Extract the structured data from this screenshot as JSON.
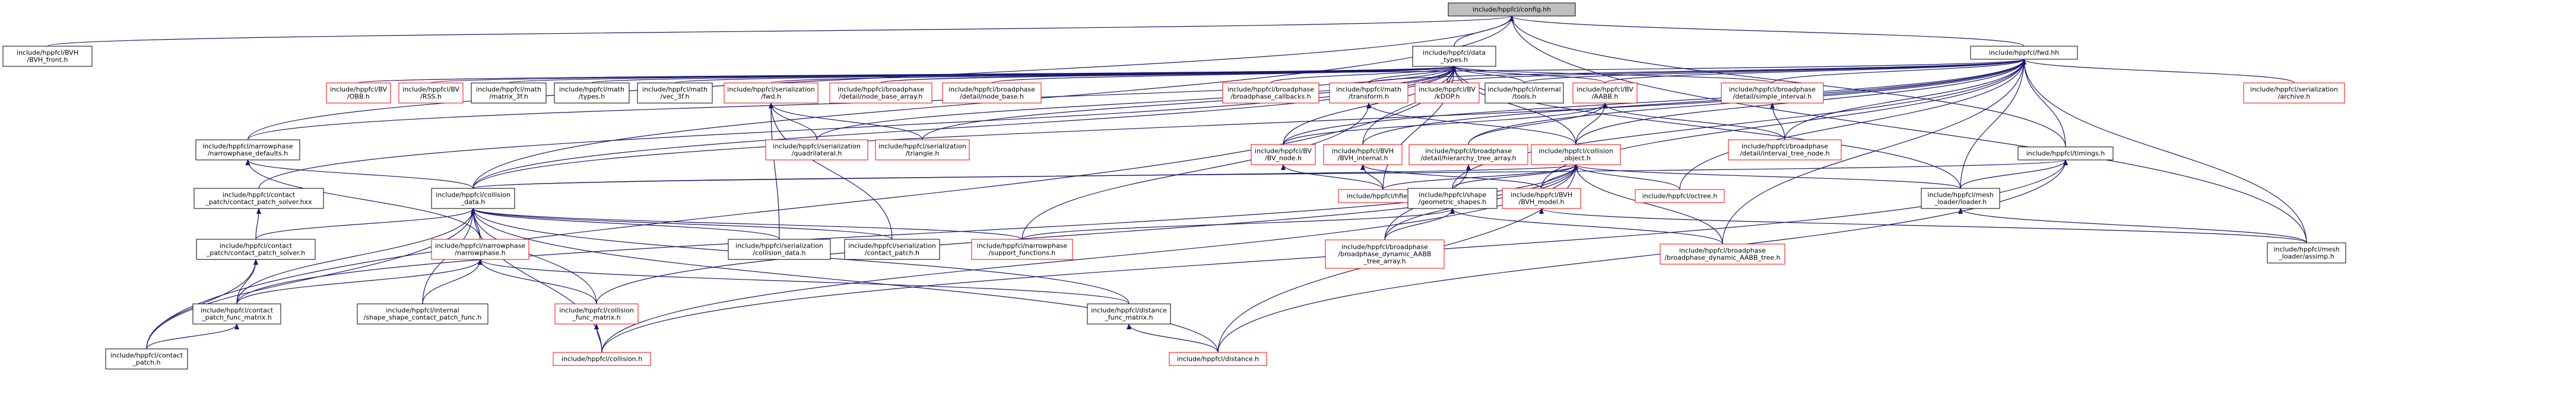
{
  "colors": {
    "root_fill": "#bfbfbf",
    "node_fill": "#ffffff",
    "node_border_black": "#000000",
    "node_border_red": "#ff0000",
    "edge": "#191970"
  },
  "nodes": [
    {
      "id": "config",
      "lines": [
        "include/hppfcl/config.hh"
      ],
      "border": "black",
      "root": true
    },
    {
      "id": "bvh_front",
      "lines": [
        "include/hppfcl/BVH",
        "/BVH_front.h"
      ],
      "border": "black"
    },
    {
      "id": "data_types",
      "lines": [
        "include/hppfcl/data",
        "_types.h"
      ],
      "border": "black"
    },
    {
      "id": "fwd",
      "lines": [
        "include/hppfcl/fwd.hh"
      ],
      "border": "black"
    },
    {
      "id": "narrowphase_defaults",
      "lines": [
        "include/hppfcl/narrowphase",
        "/narrowphase_defaults.h"
      ],
      "border": "black"
    },
    {
      "id": "obb",
      "lines": [
        "include/hppfcl/BV",
        "/OBB.h"
      ],
      "border": "red"
    },
    {
      "id": "rss",
      "lines": [
        "include/hppfcl/BV",
        "/RSS.h"
      ],
      "border": "red"
    },
    {
      "id": "matrix_3f",
      "lines": [
        "include/hppfcl/math",
        "/matrix_3f.h"
      ],
      "border": "black"
    },
    {
      "id": "types",
      "lines": [
        "include/hppfcl/math",
        "/types.h"
      ],
      "border": "black"
    },
    {
      "id": "vec_3f",
      "lines": [
        "include/hppfcl/math",
        "/vec_3f.h"
      ],
      "border": "black"
    },
    {
      "id": "ser_fwd",
      "lines": [
        "include/hppfcl/serialization",
        "/fwd.h"
      ],
      "border": "red"
    },
    {
      "id": "node_base_array",
      "lines": [
        "include/hppfcl/broadphase",
        "/detail/node_base_array.h"
      ],
      "border": "red"
    },
    {
      "id": "node_base",
      "lines": [
        "include/hppfcl/broadphase",
        "/detail/node_base.h"
      ],
      "border": "red"
    },
    {
      "id": "bp_callbacks",
      "lines": [
        "include/hppfcl/broadphase",
        "/broadphase_callbacks.h"
      ],
      "border": "red"
    },
    {
      "id": "transform",
      "lines": [
        "include/hppfcl/math",
        "/transform.h"
      ],
      "border": "red"
    },
    {
      "id": "kdop",
      "lines": [
        "include/hppfcl/BV",
        "/kDOP.h"
      ],
      "border": "red"
    },
    {
      "id": "tools",
      "lines": [
        "include/hppfcl/internal",
        "/tools.h"
      ],
      "border": "black"
    },
    {
      "id": "aabb",
      "lines": [
        "include/hppfcl/BV",
        "/AABB.h"
      ],
      "border": "red"
    },
    {
      "id": "simple_interval",
      "lines": [
        "include/hppfcl/broadphase",
        "/detail/simple_interval.h"
      ],
      "border": "red"
    },
    {
      "id": "archive",
      "lines": [
        "include/hppfcl/serialization",
        "/archive.h"
      ],
      "border": "red"
    },
    {
      "id": "quadrilateral",
      "lines": [
        "include/hppfcl/serialization",
        "/quadrilateral.h"
      ],
      "border": "red"
    },
    {
      "id": "triangle",
      "lines": [
        "include/hppfcl/serialization",
        "/triangle.h"
      ],
      "border": "red"
    },
    {
      "id": "bv_node",
      "lines": [
        "include/hppfcl/BV",
        "/BV_node.h"
      ],
      "border": "red"
    },
    {
      "id": "bvh_internal",
      "lines": [
        "include/hppfcl/BVH",
        "/BVH_internal.h"
      ],
      "border": "red"
    },
    {
      "id": "hierarchy_tree_array",
      "lines": [
        "include/hppfcl/broadphase",
        "/detail/hierarchy_tree_array.h"
      ],
      "border": "red"
    },
    {
      "id": "collision_object",
      "lines": [
        "include/hppfcl/collision",
        "_object.h"
      ],
      "border": "red"
    },
    {
      "id": "interval_tree_node",
      "lines": [
        "include/hppfcl/broadphase",
        "/detail/interval_tree_node.h"
      ],
      "border": "red"
    },
    {
      "id": "timings",
      "lines": [
        "include/hppfcl/timings.h"
      ],
      "border": "black"
    },
    {
      "id": "contact_patch_solver_hxx",
      "lines": [
        "include/hppfcl/contact",
        "_patch/contact_patch_solver.hxx"
      ],
      "border": "black"
    },
    {
      "id": "collision_data",
      "lines": [
        "include/hppfcl/collision",
        "_data.h"
      ],
      "border": "black"
    },
    {
      "id": "hfield",
      "lines": [
        "include/hppfcl/hfield.h"
      ],
      "border": "red"
    },
    {
      "id": "geometric_shapes",
      "lines": [
        "include/hppfcl/shape",
        "/geometric_shapes.h"
      ],
      "border": "black"
    },
    {
      "id": "bvh_model",
      "lines": [
        "include/hppfcl/BVH",
        "/BVH_model.h"
      ],
      "border": "red"
    },
    {
      "id": "octree",
      "lines": [
        "include/hppfcl/octree.h"
      ],
      "border": "red"
    },
    {
      "id": "mesh_loader",
      "lines": [
        "include/hppfcl/mesh",
        "_loader/loader.h"
      ],
      "border": "black"
    },
    {
      "id": "contact_patch_solver",
      "lines": [
        "include/hppfcl/contact",
        "_patch/contact_patch_solver.h"
      ],
      "border": "black"
    },
    {
      "id": "narrowphase",
      "lines": [
        "include/hppfcl/narrowphase",
        "/narrowphase.h"
      ],
      "border": "red"
    },
    {
      "id": "ser_collision_data",
      "lines": [
        "include/hppfcl/serialization",
        "/collision_data.h"
      ],
      "border": "black"
    },
    {
      "id": "ser_contact_patch",
      "lines": [
        "include/hppfcl/serialization",
        "/contact_patch.h"
      ],
      "border": "black"
    },
    {
      "id": "support_functions",
      "lines": [
        "include/hppfcl/narrowphase",
        "/support_functions.h"
      ],
      "border": "red"
    },
    {
      "id": "bp_dynamic_aabb_tree_array",
      "lines": [
        "include/hppfcl/broadphase",
        "/broadphase_dynamic_AABB",
        "_tree_array.h"
      ],
      "border": "red"
    },
    {
      "id": "bp_dynamic_aabb_tree",
      "lines": [
        "include/hppfcl/broadphase",
        "/broadphase_dynamic_AABB_tree.h"
      ],
      "border": "red"
    },
    {
      "id": "assimp",
      "lines": [
        "include/hppfcl/mesh",
        "_loader/assimp.h"
      ],
      "border": "black"
    },
    {
      "id": "patch_func_matrix",
      "lines": [
        "include/hppfcl/contact",
        "_patch_func_matrix.h"
      ],
      "border": "black"
    },
    {
      "id": "shape_shape_contact_patch_func",
      "lines": [
        "include/hppfcl/internal",
        "/shape_shape_contact_patch_func.h"
      ],
      "border": "black"
    },
    {
      "id": "collision_func_matrix",
      "lines": [
        "include/hppfcl/collision",
        "_func_matrix.h"
      ],
      "border": "red"
    },
    {
      "id": "distance_func_matrix",
      "lines": [
        "include/hppfcl/distance",
        "_func_matrix.h"
      ],
      "border": "black"
    },
    {
      "id": "contact_patch",
      "lines": [
        "include/hppfcl/contact",
        "_patch.h"
      ],
      "border": "black"
    },
    {
      "id": "collision",
      "lines": [
        "include/hppfcl/collision.h"
      ],
      "border": "red"
    },
    {
      "id": "distance",
      "lines": [
        "include/hppfcl/distance.h"
      ],
      "border": "red"
    }
  ],
  "edges": [
    [
      "config",
      "bvh_front"
    ],
    [
      "config",
      "data_types"
    ],
    [
      "config",
      "fwd"
    ],
    [
      "config",
      "narrowphase_defaults"
    ],
    [
      "config",
      "timings"
    ],
    [
      "config",
      "assimp"
    ],
    [
      "config",
      "collision_data"
    ],
    [
      "data_types",
      "obb"
    ],
    [
      "data_types",
      "rss"
    ],
    [
      "data_types",
      "matrix_3f"
    ],
    [
      "data_types",
      "types"
    ],
    [
      "data_types",
      "vec_3f"
    ],
    [
      "data_types",
      "ser_fwd"
    ],
    [
      "data_types",
      "node_base_array"
    ],
    [
      "data_types",
      "node_base"
    ],
    [
      "data_types",
      "bp_callbacks"
    ],
    [
      "data_types",
      "transform"
    ],
    [
      "data_types",
      "kdop"
    ],
    [
      "data_types",
      "tools"
    ],
    [
      "data_types",
      "aabb"
    ],
    [
      "data_types",
      "simple_interval"
    ],
    [
      "data_types",
      "triangle"
    ],
    [
      "data_types",
      "quadrilateral"
    ],
    [
      "data_types",
      "bv_node"
    ],
    [
      "data_types",
      "bvh_internal"
    ],
    [
      "data_types",
      "collision_data"
    ],
    [
      "data_types",
      "narrowphase_defaults"
    ],
    [
      "data_types",
      "contact_patch_solver_hxx"
    ],
    [
      "data_types",
      "hfield"
    ],
    [
      "data_types",
      "collision_object"
    ],
    [
      "data_types",
      "contact_patch"
    ],
    [
      "data_types",
      "mesh_loader"
    ],
    [
      "fwd",
      "transform"
    ],
    [
      "fwd",
      "kdop"
    ],
    [
      "fwd",
      "tools"
    ],
    [
      "fwd",
      "aabb"
    ],
    [
      "fwd",
      "simple_interval"
    ],
    [
      "fwd",
      "archive"
    ],
    [
      "fwd",
      "collision_object"
    ],
    [
      "fwd",
      "interval_tree_node"
    ],
    [
      "fwd",
      "timings"
    ],
    [
      "fwd",
      "hierarchy_tree_array"
    ],
    [
      "fwd",
      "bvh_model"
    ],
    [
      "fwd",
      "octree"
    ],
    [
      "fwd",
      "mesh_loader"
    ],
    [
      "fwd",
      "geometric_shapes"
    ],
    [
      "fwd",
      "collision_data"
    ],
    [
      "fwd",
      "bp_dynamic_aabb_tree"
    ],
    [
      "fwd",
      "assimp"
    ],
    [
      "fwd",
      "bv_node"
    ],
    [
      "fwd",
      "node_base_array"
    ],
    [
      "fwd",
      "bvh_internal"
    ],
    [
      "ser_fwd",
      "quadrilateral"
    ],
    [
      "ser_fwd",
      "triangle"
    ],
    [
      "ser_fwd",
      "ser_collision_data"
    ],
    [
      "ser_fwd",
      "ser_contact_patch"
    ],
    [
      "transform",
      "collision_object"
    ],
    [
      "transform",
      "support_functions"
    ],
    [
      "aabb",
      "bv_node"
    ],
    [
      "aabb",
      "hierarchy_tree_array"
    ],
    [
      "aabb",
      "collision_object"
    ],
    [
      "aabb",
      "interval_tree_node"
    ],
    [
      "simple_interval",
      "interval_tree_node"
    ],
    [
      "bv_node",
      "hfield"
    ],
    [
      "bvh_internal",
      "bvh_model"
    ],
    [
      "bvh_internal",
      "hfield"
    ],
    [
      "hierarchy_tree_array",
      "bp_dynamic_aabb_tree_array"
    ],
    [
      "collision_object",
      "collision_data"
    ],
    [
      "collision_object",
      "geometric_shapes"
    ],
    [
      "collision_object",
      "bvh_model"
    ],
    [
      "collision_object",
      "octree"
    ],
    [
      "collision_object",
      "hfield"
    ],
    [
      "collision_object",
      "mesh_loader"
    ],
    [
      "collision_object",
      "collision_func_matrix"
    ],
    [
      "collision_object",
      "patch_func_matrix"
    ],
    [
      "collision_object",
      "collision"
    ],
    [
      "collision_object",
      "distance"
    ],
    [
      "collision_object",
      "bp_dynamic_aabb_tree"
    ],
    [
      "collision_object",
      "bp_dynamic_aabb_tree_array"
    ],
    [
      "timings",
      "collision_data"
    ],
    [
      "timings",
      "mesh_loader"
    ],
    [
      "timings",
      "collision"
    ],
    [
      "timings",
      "distance"
    ],
    [
      "narrowphase_defaults",
      "collision_data"
    ],
    [
      "narrowphase_defaults",
      "narrowphase"
    ],
    [
      "contact_patch_solver_hxx",
      "contact_patch_solver"
    ],
    [
      "collision_data",
      "contact_patch_solver"
    ],
    [
      "collision_data",
      "narrowphase"
    ],
    [
      "collision_data",
      "ser_collision_data"
    ],
    [
      "collision_data",
      "ser_contact_patch"
    ],
    [
      "collision_data",
      "support_functions"
    ],
    [
      "collision_data",
      "patch_func_matrix"
    ],
    [
      "collision_data",
      "shape_shape_contact_patch_func"
    ],
    [
      "collision_data",
      "collision_func_matrix"
    ],
    [
      "collision_data",
      "distance_func_matrix"
    ],
    [
      "collision_data",
      "contact_patch"
    ],
    [
      "collision_data",
      "collision"
    ],
    [
      "collision_data",
      "distance"
    ],
    [
      "geometric_shapes",
      "support_functions"
    ],
    [
      "geometric_shapes",
      "bp_dynamic_aabb_tree_array"
    ],
    [
      "geometric_shapes",
      "bp_dynamic_aabb_tree"
    ],
    [
      "bvh_model",
      "assimp"
    ],
    [
      "mesh_loader",
      "assimp"
    ],
    [
      "contact_patch_solver",
      "patch_func_matrix"
    ],
    [
      "contact_patch_solver",
      "contact_patch"
    ],
    [
      "narrowphase",
      "patch_func_matrix"
    ],
    [
      "narrowphase",
      "shape_shape_contact_patch_func"
    ],
    [
      "narrowphase",
      "collision_func_matrix"
    ],
    [
      "narrowphase",
      "distance_func_matrix"
    ],
    [
      "patch_func_matrix",
      "contact_patch"
    ],
    [
      "collision_func_matrix",
      "collision"
    ],
    [
      "distance_func_matrix",
      "distance"
    ]
  ]
}
